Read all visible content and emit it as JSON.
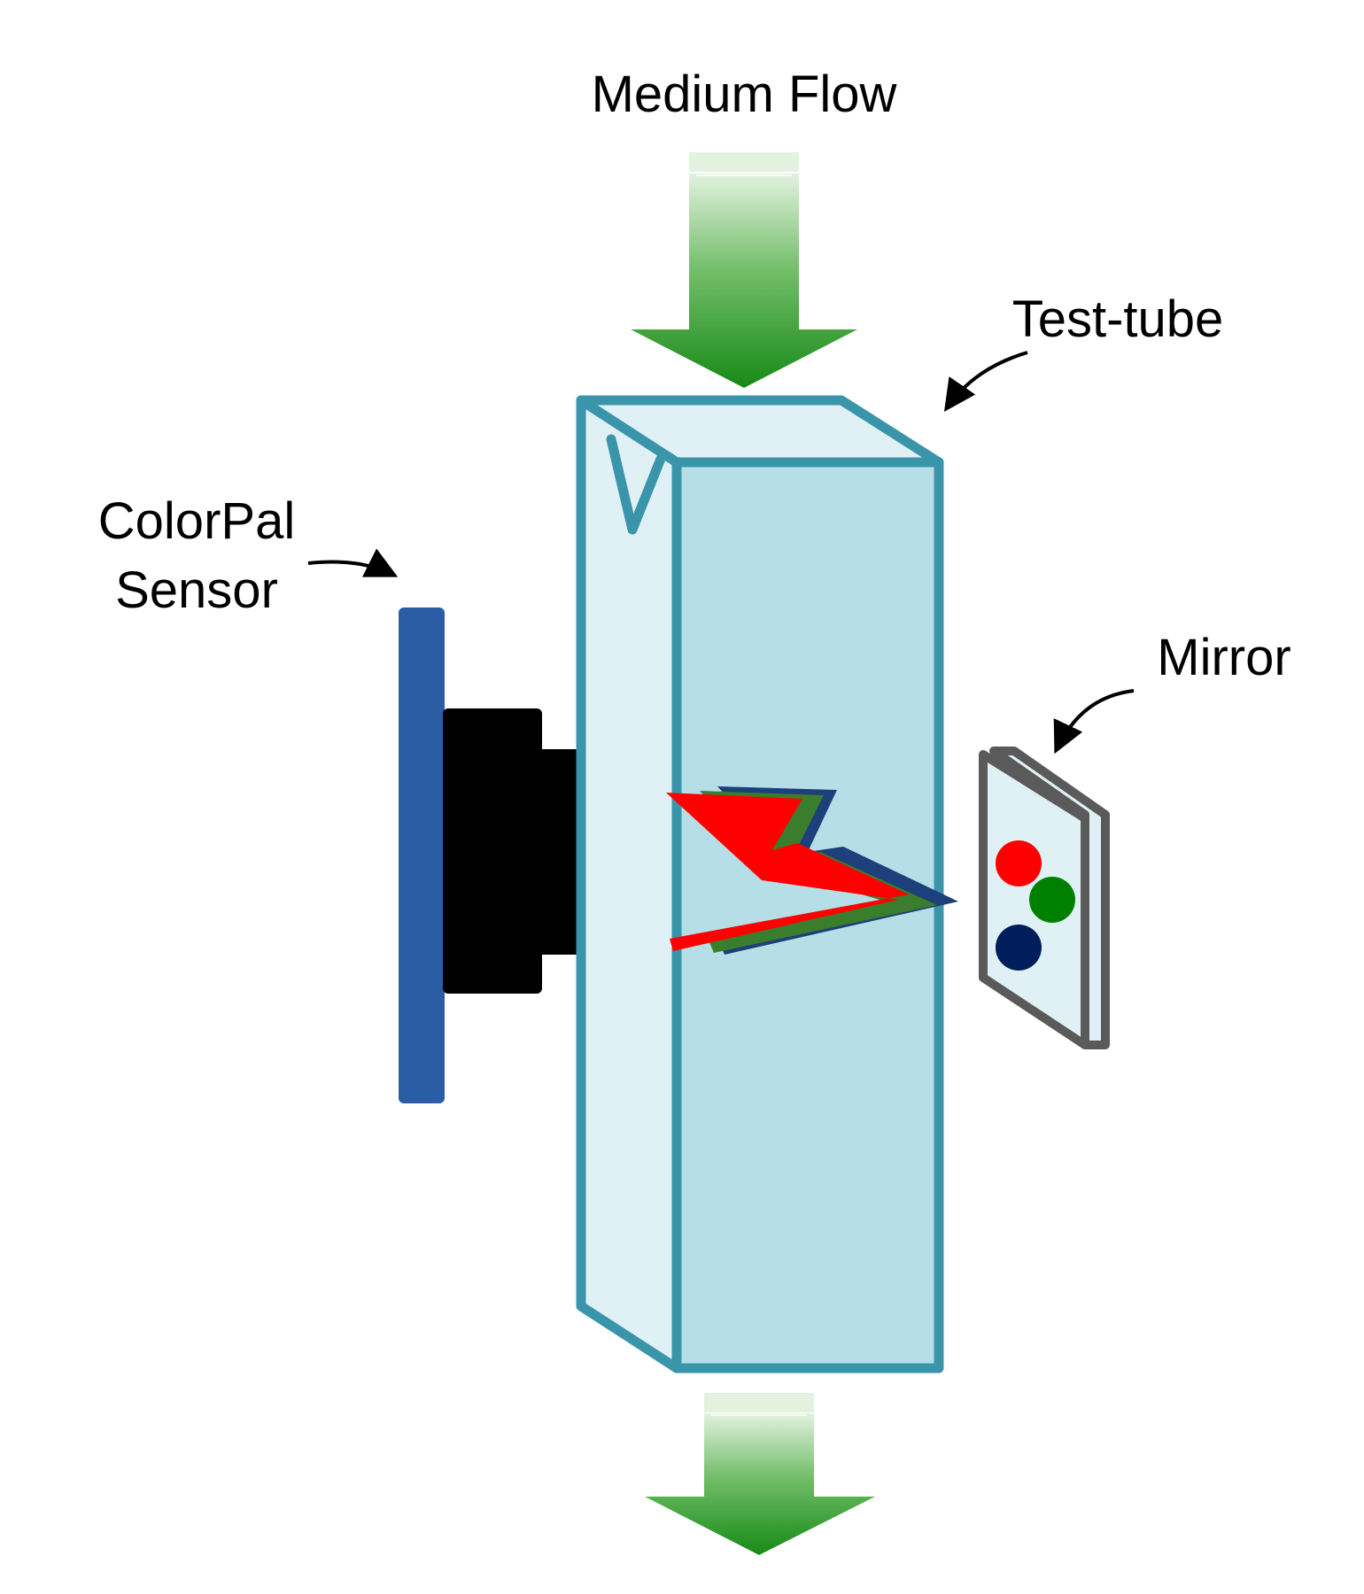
{
  "labels": {
    "medium_flow": "Medium Flow",
    "test_tube": "Test-tube",
    "sensor_line1": "ColorPal",
    "sensor_line2": "Sensor",
    "mirror": "Mirror"
  },
  "colors": {
    "tube_stroke": "#3a95ab",
    "tube_front": "#b6dee7",
    "tube_side": "#e0f1f6",
    "flow_arrow_top": "#d9eed6",
    "flow_arrow_bottom": "#1e8a1e",
    "sensor_board": "#2b5da5",
    "sensor_body": "#000000",
    "mirror_stroke": "#5a5a5a",
    "mirror_face": "#e0f1f6",
    "beam_red": "#ff0000",
    "beam_green": "#3a7d2c",
    "beam_blue": "#1d3f7a",
    "dot_red": "#ff0000",
    "dot_green": "#008000",
    "dot_blue": "#001e5c"
  }
}
